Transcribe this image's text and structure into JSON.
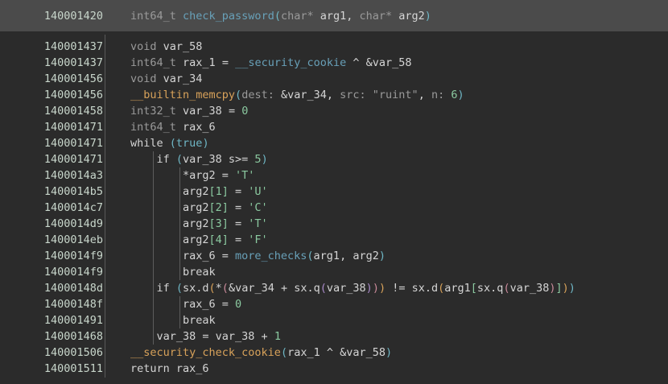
{
  "view": {
    "kind": "decompiler-pseudo-c",
    "background": "#2b2b2b",
    "header_background": "#4b4b4b",
    "address_color": "#c8d6cb"
  },
  "header": {
    "address": "140001420",
    "signature_tokens": [
      {
        "text": "int64_t ",
        "cls": "t-type"
      },
      {
        "text": "check_password",
        "cls": "t-fn"
      },
      {
        "text": "(",
        "cls": "t-p0"
      },
      {
        "text": "char*",
        "cls": "t-type"
      },
      {
        "text": " arg1",
        "cls": "t-var"
      },
      {
        "text": ", ",
        "cls": "t-op"
      },
      {
        "text": "char*",
        "cls": "t-type"
      },
      {
        "text": " arg2",
        "cls": "t-var"
      },
      {
        "text": ")",
        "cls": "t-p0"
      }
    ],
    "signature_text": "int64_t check_password(char* arg1, char* arg2)"
  },
  "lines": [
    {
      "address": "140001437",
      "indent": 1,
      "guides": [
        0
      ],
      "text": "void var_58",
      "tokens": [
        {
          "text": "void",
          "cls": "t-type"
        },
        {
          "text": " var_58",
          "cls": "t-var"
        }
      ]
    },
    {
      "address": "140001437",
      "indent": 1,
      "guides": [
        0
      ],
      "text": "int64_t rax_1 = __security_cookie ^ &var_58",
      "tokens": [
        {
          "text": "int64_t",
          "cls": "t-type"
        },
        {
          "text": " rax_1 ",
          "cls": "t-var"
        },
        {
          "text": "= ",
          "cls": "t-op"
        },
        {
          "text": "__security_cookie",
          "cls": "t-fn"
        },
        {
          "text": " ^ ",
          "cls": "t-op"
        },
        {
          "text": "&var_58",
          "cls": "t-var"
        }
      ]
    },
    {
      "address": "140001456",
      "indent": 1,
      "guides": [
        0
      ],
      "text": "void var_34",
      "tokens": [
        {
          "text": "void",
          "cls": "t-type"
        },
        {
          "text": " var_34",
          "cls": "t-var"
        }
      ]
    },
    {
      "address": "140001456",
      "indent": 1,
      "guides": [
        0
      ],
      "text": "__builtin_memcpy(dest: &var_34, src: \"ruint\", n: 6)",
      "tokens": [
        {
          "text": "__builtin_memcpy",
          "cls": "t-import"
        },
        {
          "text": "(",
          "cls": "t-p0"
        },
        {
          "text": "dest: ",
          "cls": "t-annot"
        },
        {
          "text": "&var_34",
          "cls": "t-var"
        },
        {
          "text": ", ",
          "cls": "t-op"
        },
        {
          "text": "src: ",
          "cls": "t-annot"
        },
        {
          "text": "\"ruint\"",
          "cls": "t-str"
        },
        {
          "text": ", ",
          "cls": "t-op"
        },
        {
          "text": "n: ",
          "cls": "t-annot"
        },
        {
          "text": "6",
          "cls": "t-num"
        },
        {
          "text": ")",
          "cls": "t-p0"
        }
      ]
    },
    {
      "address": "140001458",
      "indent": 1,
      "guides": [
        0
      ],
      "text": "int32_t var_38 = 0",
      "tokens": [
        {
          "text": "int32_t",
          "cls": "t-type"
        },
        {
          "text": " var_38 ",
          "cls": "t-var"
        },
        {
          "text": "= ",
          "cls": "t-op"
        },
        {
          "text": "0",
          "cls": "t-num"
        }
      ]
    },
    {
      "address": "140001471",
      "indent": 1,
      "guides": [
        0
      ],
      "text": "int64_t rax_6",
      "tokens": [
        {
          "text": "int64_t",
          "cls": "t-type"
        },
        {
          "text": " rax_6",
          "cls": "t-var"
        }
      ]
    },
    {
      "address": "140001471",
      "indent": 1,
      "guides": [
        0
      ],
      "text": "while (true)",
      "tokens": [
        {
          "text": "while ",
          "cls": "t-kw"
        },
        {
          "text": "(",
          "cls": "t-p0"
        },
        {
          "text": "true",
          "cls": "t-true"
        },
        {
          "text": ")",
          "cls": "t-p0"
        }
      ]
    },
    {
      "address": "140001471",
      "indent": 2,
      "guides": [
        0,
        1
      ],
      "text": "if (var_38 s>= 5)",
      "tokens": [
        {
          "text": "if ",
          "cls": "t-kw"
        },
        {
          "text": "(",
          "cls": "t-p0"
        },
        {
          "text": "var_38",
          "cls": "t-var"
        },
        {
          "text": " s>= ",
          "cls": "t-op"
        },
        {
          "text": "5",
          "cls": "t-num"
        },
        {
          "text": ")",
          "cls": "t-p0"
        }
      ]
    },
    {
      "address": "1400014a3",
      "indent": 3,
      "guides": [
        0,
        1,
        2
      ],
      "text": "*arg2 = 'T'",
      "tokens": [
        {
          "text": "*arg2 ",
          "cls": "t-var"
        },
        {
          "text": "= ",
          "cls": "t-op"
        },
        {
          "text": "'T'",
          "cls": "t-chr"
        }
      ]
    },
    {
      "address": "1400014b5",
      "indent": 3,
      "guides": [
        0,
        1,
        2
      ],
      "text": "arg2[1] = 'U'",
      "tokens": [
        {
          "text": "arg2",
          "cls": "t-var"
        },
        {
          "text": "[",
          "cls": "t-p4"
        },
        {
          "text": "1",
          "cls": "t-num"
        },
        {
          "text": "]",
          "cls": "t-p4"
        },
        {
          "text": " = ",
          "cls": "t-op"
        },
        {
          "text": "'U'",
          "cls": "t-chr"
        }
      ]
    },
    {
      "address": "1400014c7",
      "indent": 3,
      "guides": [
        0,
        1,
        2
      ],
      "text": "arg2[2] = 'C'",
      "tokens": [
        {
          "text": "arg2",
          "cls": "t-var"
        },
        {
          "text": "[",
          "cls": "t-p4"
        },
        {
          "text": "2",
          "cls": "t-num"
        },
        {
          "text": "]",
          "cls": "t-p4"
        },
        {
          "text": " = ",
          "cls": "t-op"
        },
        {
          "text": "'C'",
          "cls": "t-chr"
        }
      ]
    },
    {
      "address": "1400014d9",
      "indent": 3,
      "guides": [
        0,
        1,
        2
      ],
      "text": "arg2[3] = 'T'",
      "tokens": [
        {
          "text": "arg2",
          "cls": "t-var"
        },
        {
          "text": "[",
          "cls": "t-p4"
        },
        {
          "text": "3",
          "cls": "t-num"
        },
        {
          "text": "]",
          "cls": "t-p4"
        },
        {
          "text": " = ",
          "cls": "t-op"
        },
        {
          "text": "'T'",
          "cls": "t-chr"
        }
      ]
    },
    {
      "address": "1400014eb",
      "indent": 3,
      "guides": [
        0,
        1,
        2
      ],
      "text": "arg2[4] = 'F'",
      "tokens": [
        {
          "text": "arg2",
          "cls": "t-var"
        },
        {
          "text": "[",
          "cls": "t-p4"
        },
        {
          "text": "4",
          "cls": "t-num"
        },
        {
          "text": "]",
          "cls": "t-p4"
        },
        {
          "text": " = ",
          "cls": "t-op"
        },
        {
          "text": "'F'",
          "cls": "t-chr"
        }
      ]
    },
    {
      "address": "1400014f9",
      "indent": 3,
      "guides": [
        0,
        1,
        2
      ],
      "text": "rax_6 = more_checks(arg1, arg2)",
      "tokens": [
        {
          "text": "rax_6 ",
          "cls": "t-var"
        },
        {
          "text": "= ",
          "cls": "t-op"
        },
        {
          "text": "more_checks",
          "cls": "t-fn"
        },
        {
          "text": "(",
          "cls": "t-p0"
        },
        {
          "text": "arg1",
          "cls": "t-var"
        },
        {
          "text": ", ",
          "cls": "t-op"
        },
        {
          "text": "arg2",
          "cls": "t-var"
        },
        {
          "text": ")",
          "cls": "t-p0"
        }
      ]
    },
    {
      "address": "1400014f9",
      "indent": 3,
      "guides": [
        0,
        1,
        2
      ],
      "text": "break",
      "tokens": [
        {
          "text": "break",
          "cls": "t-kw"
        }
      ]
    },
    {
      "address": "14000148d",
      "indent": 2,
      "guides": [
        0,
        1
      ],
      "text": "if (sx.d(*(&var_34 + sx.q(var_38))) != sx.d(arg1[sx.q(var_38)]))",
      "tokens": [
        {
          "text": "if ",
          "cls": "t-kw"
        },
        {
          "text": "(",
          "cls": "t-p0"
        },
        {
          "text": "sx.d",
          "cls": "t-var"
        },
        {
          "text": "(",
          "cls": "t-p1"
        },
        {
          "text": "*",
          "cls": "t-op"
        },
        {
          "text": "(",
          "cls": "t-p2"
        },
        {
          "text": "&var_34",
          "cls": "t-var"
        },
        {
          "text": " + ",
          "cls": "t-op"
        },
        {
          "text": "sx.q",
          "cls": "t-var"
        },
        {
          "text": "(",
          "cls": "t-p3"
        },
        {
          "text": "var_38",
          "cls": "t-var"
        },
        {
          "text": ")",
          "cls": "t-p3"
        },
        {
          "text": ")",
          "cls": "t-p2"
        },
        {
          "text": ")",
          "cls": "t-p1"
        },
        {
          "text": " != ",
          "cls": "t-op"
        },
        {
          "text": "sx.d",
          "cls": "t-var"
        },
        {
          "text": "(",
          "cls": "t-p1"
        },
        {
          "text": "arg1",
          "cls": "t-var"
        },
        {
          "text": "[",
          "cls": "t-p4"
        },
        {
          "text": "sx.q",
          "cls": "t-var"
        },
        {
          "text": "(",
          "cls": "t-p2"
        },
        {
          "text": "var_38",
          "cls": "t-var"
        },
        {
          "text": ")",
          "cls": "t-p2"
        },
        {
          "text": "]",
          "cls": "t-p4"
        },
        {
          "text": ")",
          "cls": "t-p1"
        },
        {
          "text": ")",
          "cls": "t-p0"
        }
      ]
    },
    {
      "address": "14000148f",
      "indent": 3,
      "guides": [
        0,
        1,
        2
      ],
      "text": "rax_6 = 0",
      "tokens": [
        {
          "text": "rax_6 ",
          "cls": "t-var"
        },
        {
          "text": "= ",
          "cls": "t-op"
        },
        {
          "text": "0",
          "cls": "t-num"
        }
      ]
    },
    {
      "address": "140001491",
      "indent": 3,
      "guides": [
        0,
        1,
        2
      ],
      "text": "break",
      "tokens": [
        {
          "text": "break",
          "cls": "t-kw"
        }
      ]
    },
    {
      "address": "140001468",
      "indent": 2,
      "guides": [
        0,
        1
      ],
      "text": "var_38 = var_38 + 1",
      "tokens": [
        {
          "text": "var_38 ",
          "cls": "t-var"
        },
        {
          "text": "= ",
          "cls": "t-op"
        },
        {
          "text": "var_38",
          "cls": "t-var"
        },
        {
          "text": " + ",
          "cls": "t-op"
        },
        {
          "text": "1",
          "cls": "t-num"
        }
      ]
    },
    {
      "address": "140001506",
      "indent": 1,
      "guides": [
        0
      ],
      "text": "__security_check_cookie(rax_1 ^ &var_58)",
      "tokens": [
        {
          "text": "__security_check_cookie",
          "cls": "t-import"
        },
        {
          "text": "(",
          "cls": "t-p0"
        },
        {
          "text": "rax_1",
          "cls": "t-var"
        },
        {
          "text": " ^ ",
          "cls": "t-op"
        },
        {
          "text": "&var_58",
          "cls": "t-var"
        },
        {
          "text": ")",
          "cls": "t-p0"
        }
      ]
    },
    {
      "address": "140001511",
      "indent": 1,
      "guides": [
        0
      ],
      "text": "return rax_6",
      "tokens": [
        {
          "text": "return ",
          "cls": "t-kw"
        },
        {
          "text": "rax_6",
          "cls": "t-var"
        }
      ]
    }
  ]
}
